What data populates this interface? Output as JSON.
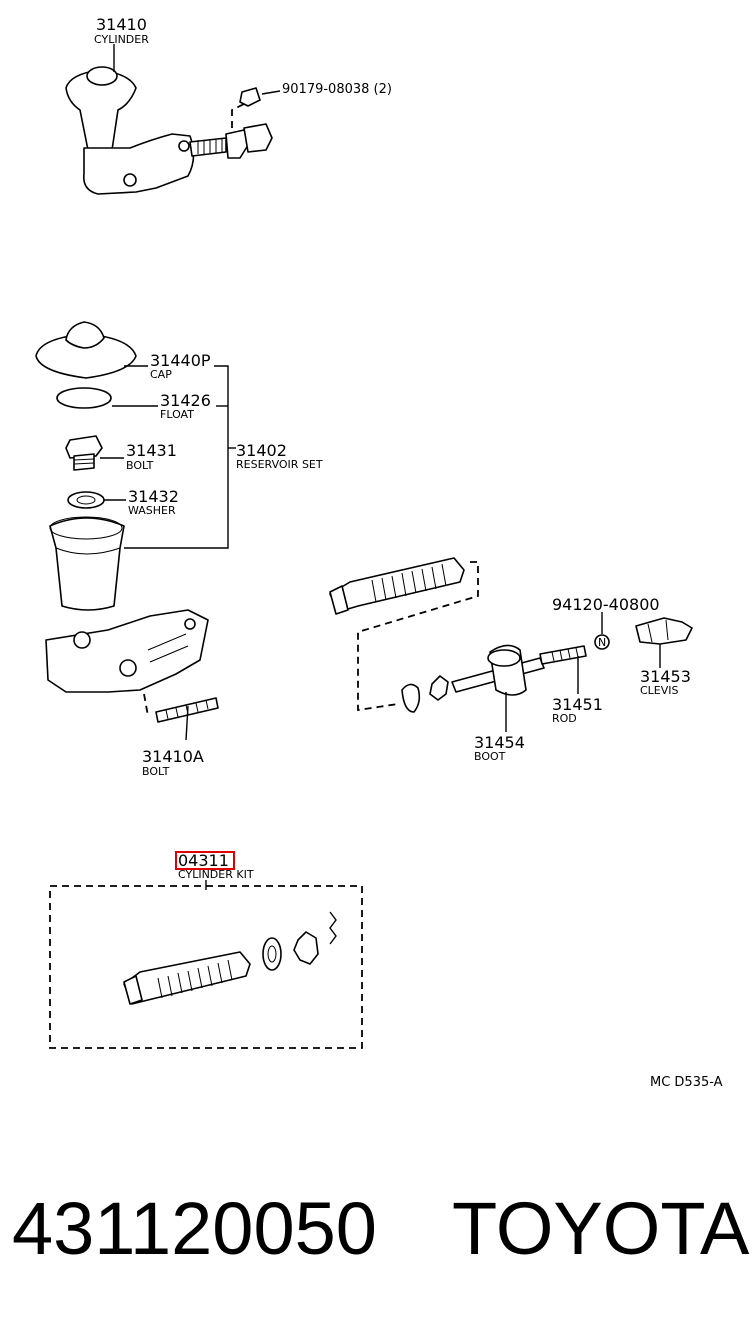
{
  "parts": {
    "cylinder": {
      "number": "31410",
      "name": "CYLINDER"
    },
    "nut": {
      "number": "90179-08038 (2)"
    },
    "cap": {
      "number": "31440P",
      "name": "CAP"
    },
    "float": {
      "number": "31426",
      "name": "FLOAT"
    },
    "bolt": {
      "number": "31431",
      "name": "BOLT"
    },
    "reservoir_set": {
      "number": "31402",
      "name": "RESERVOIR SET"
    },
    "washer": {
      "number": "31432",
      "name": "WASHER"
    },
    "stud_bolt": {
      "number": "31410A",
      "name": "BOLT"
    },
    "nut_n": {
      "number": "94120-40800",
      "symbol": "N"
    },
    "clevis": {
      "number": "31453",
      "name": "CLEVIS"
    },
    "rod": {
      "number": "31451",
      "name": "ROD"
    },
    "boot": {
      "number": "31454",
      "name": "BOOT"
    },
    "cylinder_kit": {
      "number": "04311",
      "name": "CYLINDER KIT"
    }
  },
  "diagram_ref": "MC D535-A",
  "part_number": "431120050",
  "brand": "TOYOTA",
  "colors": {
    "highlight": "#e00000",
    "ink": "#000000"
  }
}
